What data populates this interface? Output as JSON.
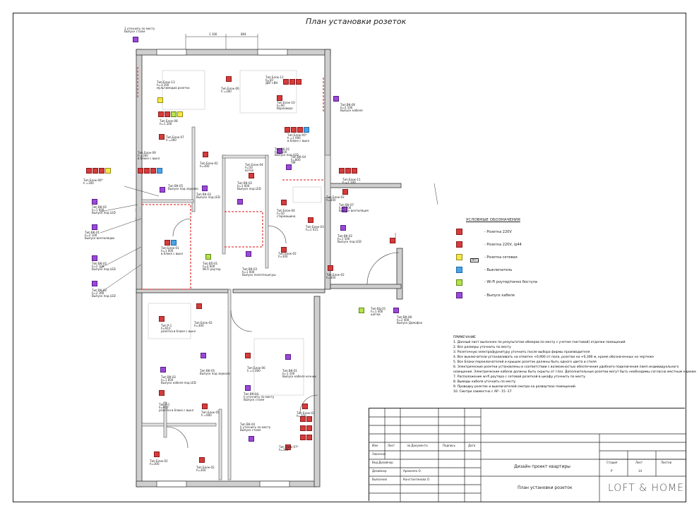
{
  "title": "План установки розеток",
  "dimensions_top": [
    "1 100",
    "894"
  ],
  "legend": {
    "title": "УСЛОВНЫЕ ОБОЗНАЧЕНИЯ",
    "items": [
      {
        "label": "- Розетка 220V",
        "color": "#d63b3b"
      },
      {
        "label": "- Розетка 220V, ip44",
        "color": "#d63b3b"
      },
      {
        "label": "- Розетка сетевая",
        "color": "#f3e84a"
      },
      {
        "label": "- Выключатель",
        "color": "#4aa3e8"
      },
      {
        "label": "- Wi-Fi роутер/пачко бостула",
        "color": "#b7e04a"
      },
      {
        "label": "- Выпуск кабеля",
        "color": "#9a4ad6"
      }
    ],
    "inet_label": "ИНТ"
  },
  "notes": {
    "title": "ПРИМЕЧАНИЕ",
    "items": [
      "1. Данный лист выполнен по результатам обмеров по месту с учетом (чистовой) отделки помещений",
      "2. Все размеры уточнить по месту",
      "3. Розеточную электрофурнитуру уточнить после выбора фирмы производителя",
      "4. Все выключатели устанавливать на отметке +0,900 от пола, розетки на +0,300 м, кроме обозначенных на чертеже",
      "5. Все Блоки переключателей и крышек розеток должны быть одного цвета и стиля",
      "6. Электрические розетки установлены в соответствии с возможностью обеспечения удобного подключения ламп индивидуального",
      "освещения. Электрические кабели должны быть скрыты от глаз. Дополнительные розетки могут быть необходимы согласно местным нормам",
      "7. Расположение wi-fi роутера с сетевой розеткой в шкафу уточнить по месту",
      "8. Выводы кабеля уточнить по месту",
      "9. Проводку розеток и выключателей смотри на развертках помещений",
      "10. Смотри совместно с АР - 15 -17"
    ]
  },
  "labels": [
    {
      "text": "1 уточнить по месту\nВыпуск сталм",
      "id": "lbl-top"
    },
    {
      "text": "Тип Блок-13\nh=1 200\nмультимедиа розетка",
      "id": "lbl-13"
    },
    {
      "text": "Тип Блок-06\nh =300",
      "id": "lbl-06a"
    },
    {
      "text": "Тип Блок-12\nh=50\nДВГ+ВН",
      "id": "lbl-12"
    },
    {
      "text": "Тип Блок-10\nh=90\nВарловеро",
      "id": "lbl-10"
    },
    {
      "text": "Тип ВК-06\nh=2 100\nВыпуск кабеля",
      "id": "lbl-vk06"
    },
    {
      "text": "Тип Блок-08\nh=1 200",
      "id": "lbl-08"
    },
    {
      "text": "Тип Блок-07\nh =300",
      "id": "lbl-07"
    },
    {
      "text": "Тип Блок-05*\nh =1 090\nв блоке с выкл",
      "id": "lbl-05"
    },
    {
      "text": "Тип Блок-09\nh =300\nв блоке с выкл.",
      "id": "lbl-09"
    },
    {
      "text": "Тип Блок-06*\nh =300",
      "id": "lbl-06b"
    },
    {
      "text": "Тип ВК-05\nВыпуск под зеркало",
      "id": "lbl-vk05"
    },
    {
      "text": "Тип Блок-02\nh=300",
      "id": "lbl-02a"
    },
    {
      "text": "Тип ВК-02\nh=1 600\nВыпуск под LED",
      "id": "lbl-vk02a"
    },
    {
      "text": "Тип Блок-04\nh=50\nкотел",
      "id": "lbl-04a"
    },
    {
      "text": "Тип ВК-02\nВыпуск под LED",
      "id": "lbl-vk02b"
    },
    {
      "text": "Тип ВК-04\nh=800\nПМ",
      "id": "lbl-vk04"
    },
    {
      "text": "Тип Блок-11\nh =1 100",
      "id": "lbl-11"
    },
    {
      "text": "Тип ВК-02\nh=1 500\nВыпуск под LED",
      "id": "lbl-vk02c"
    },
    {
      "text": "Тип Блок-02\nh=300",
      "id": "lbl-02b"
    },
    {
      "text": "Тип ВК-02\nh=1 600\nВыпуск под LED",
      "id": "lbl-vk02d"
    },
    {
      "text": "Тип Блок-04\nh=50\nстирмашина",
      "id": "lbl-04b"
    },
    {
      "text": "Тип ВК-07\nh=2 100\nВыпуск вентиляция",
      "id": "lbl-vk07"
    },
    {
      "text": "Тип Блок-03\nh=1 015",
      "id": "lbl-03"
    },
    {
      "text": "Тип ВК-02\nh=1 500\nВыпуск под LED",
      "id": "lbl-vk02e"
    },
    {
      "text": "Тип ВК-01\nh=2 100\nВыпуск вентиляции",
      "id": "lbl-vk01"
    },
    {
      "text": "Тип ВК-02\nh=2 100\nВыпуск под LED",
      "id": "lbl-vk02f"
    },
    {
      "text": "Тип Блок-01\nh=1 000\nв блоке с выкл",
      "id": "lbl-01"
    },
    {
      "text": "Тип ВП-01\nh=2 600\nWi-Fi роутер",
      "id": "lbl-vp01"
    },
    {
      "text": "Тип ВК-03\nh=1 000\nВыпуск полотенцесуш",
      "id": "lbl-vk03"
    },
    {
      "text": "Тип Блок-02\nh=300",
      "id": "lbl-02c"
    },
    {
      "text": "Тип Блок-02\nh=300",
      "id": "lbl-02d"
    },
    {
      "text": "Тип ВК-02\nh=2 100\nВыпуск под LED",
      "id": "lbl-vk02g"
    },
    {
      "text": "Тип ВЦ-01\nh=1 400\nшитки",
      "id": "lbl-vc01"
    },
    {
      "text": "Тип ВК-08\nh=2 400\nВыпуск Домофон",
      "id": "lbl-vk08"
    },
    {
      "text": "Тип Блок-02\nh=300",
      "id": "lbl-02e"
    },
    {
      "text": "Тип Р-1\nh=910\nрозетка в блоке с выкл",
      "id": "lbl-p1a"
    },
    {
      "text": "Тип ВК-02\nh=1 850\nВыпуск кабеля под LED",
      "id": "lbl-vk02h"
    },
    {
      "text": "Тип ВК-05\nВыпуск под зеркало",
      "id": "lbl-vk05b"
    },
    {
      "text": "Тип Блок-06\nh =1 000",
      "id": "lbl-06c"
    },
    {
      "text": "Тип ВК-01\nh=1 100\nВыпуск кабеля ночник",
      "id": "lbl-vk01b"
    },
    {
      "text": "Тип ВК-04\nh уточнить по месту\nВыпуск сталм",
      "id": "lbl-vk04b"
    },
    {
      "text": "Тип Р-1\nh=910\nрозетка в блоке с выкл",
      "id": "lbl-p1b"
    },
    {
      "text": "Тип Блок-05\nh =900",
      "id": "lbl-05b"
    },
    {
      "text": "Тип ВК-04\nh уточнить по месту\nВыпуск сталм",
      "id": "lbl-vk04c"
    },
    {
      "text": "Тип Блок-03\nh=300",
      "id": "lbl-03b"
    },
    {
      "text": "Тип Блок-02\nh=300",
      "id": "lbl-02f"
    },
    {
      "text": "Тип Блок-07*\nh=300",
      "id": "lbl-07b"
    },
    {
      "text": "Тип Блок-02\nh=300",
      "id": "lbl-02g"
    }
  ],
  "title_block": {
    "headers": [
      "Изм",
      "Лист",
      "№ Документа",
      "Подпись",
      "Дата"
    ],
    "rows": [
      [
        "Заказчик",
        ""
      ],
      [
        "Вед.Дизайнер",
        ""
      ],
      [
        "Дизайнер",
        "Аракелян О."
      ],
      [
        "Выполнил",
        "Константинова О."
      ]
    ],
    "project_title": "Дизайн проект квартиры",
    "sheet_title": "План установки розеток",
    "stage_header": "Стадия",
    "sheet_header": "Лист",
    "sheets_header": "Листов",
    "stage": "Р",
    "sheet": "14",
    "sheets": "",
    "brand": "LOFT & HOME"
  }
}
